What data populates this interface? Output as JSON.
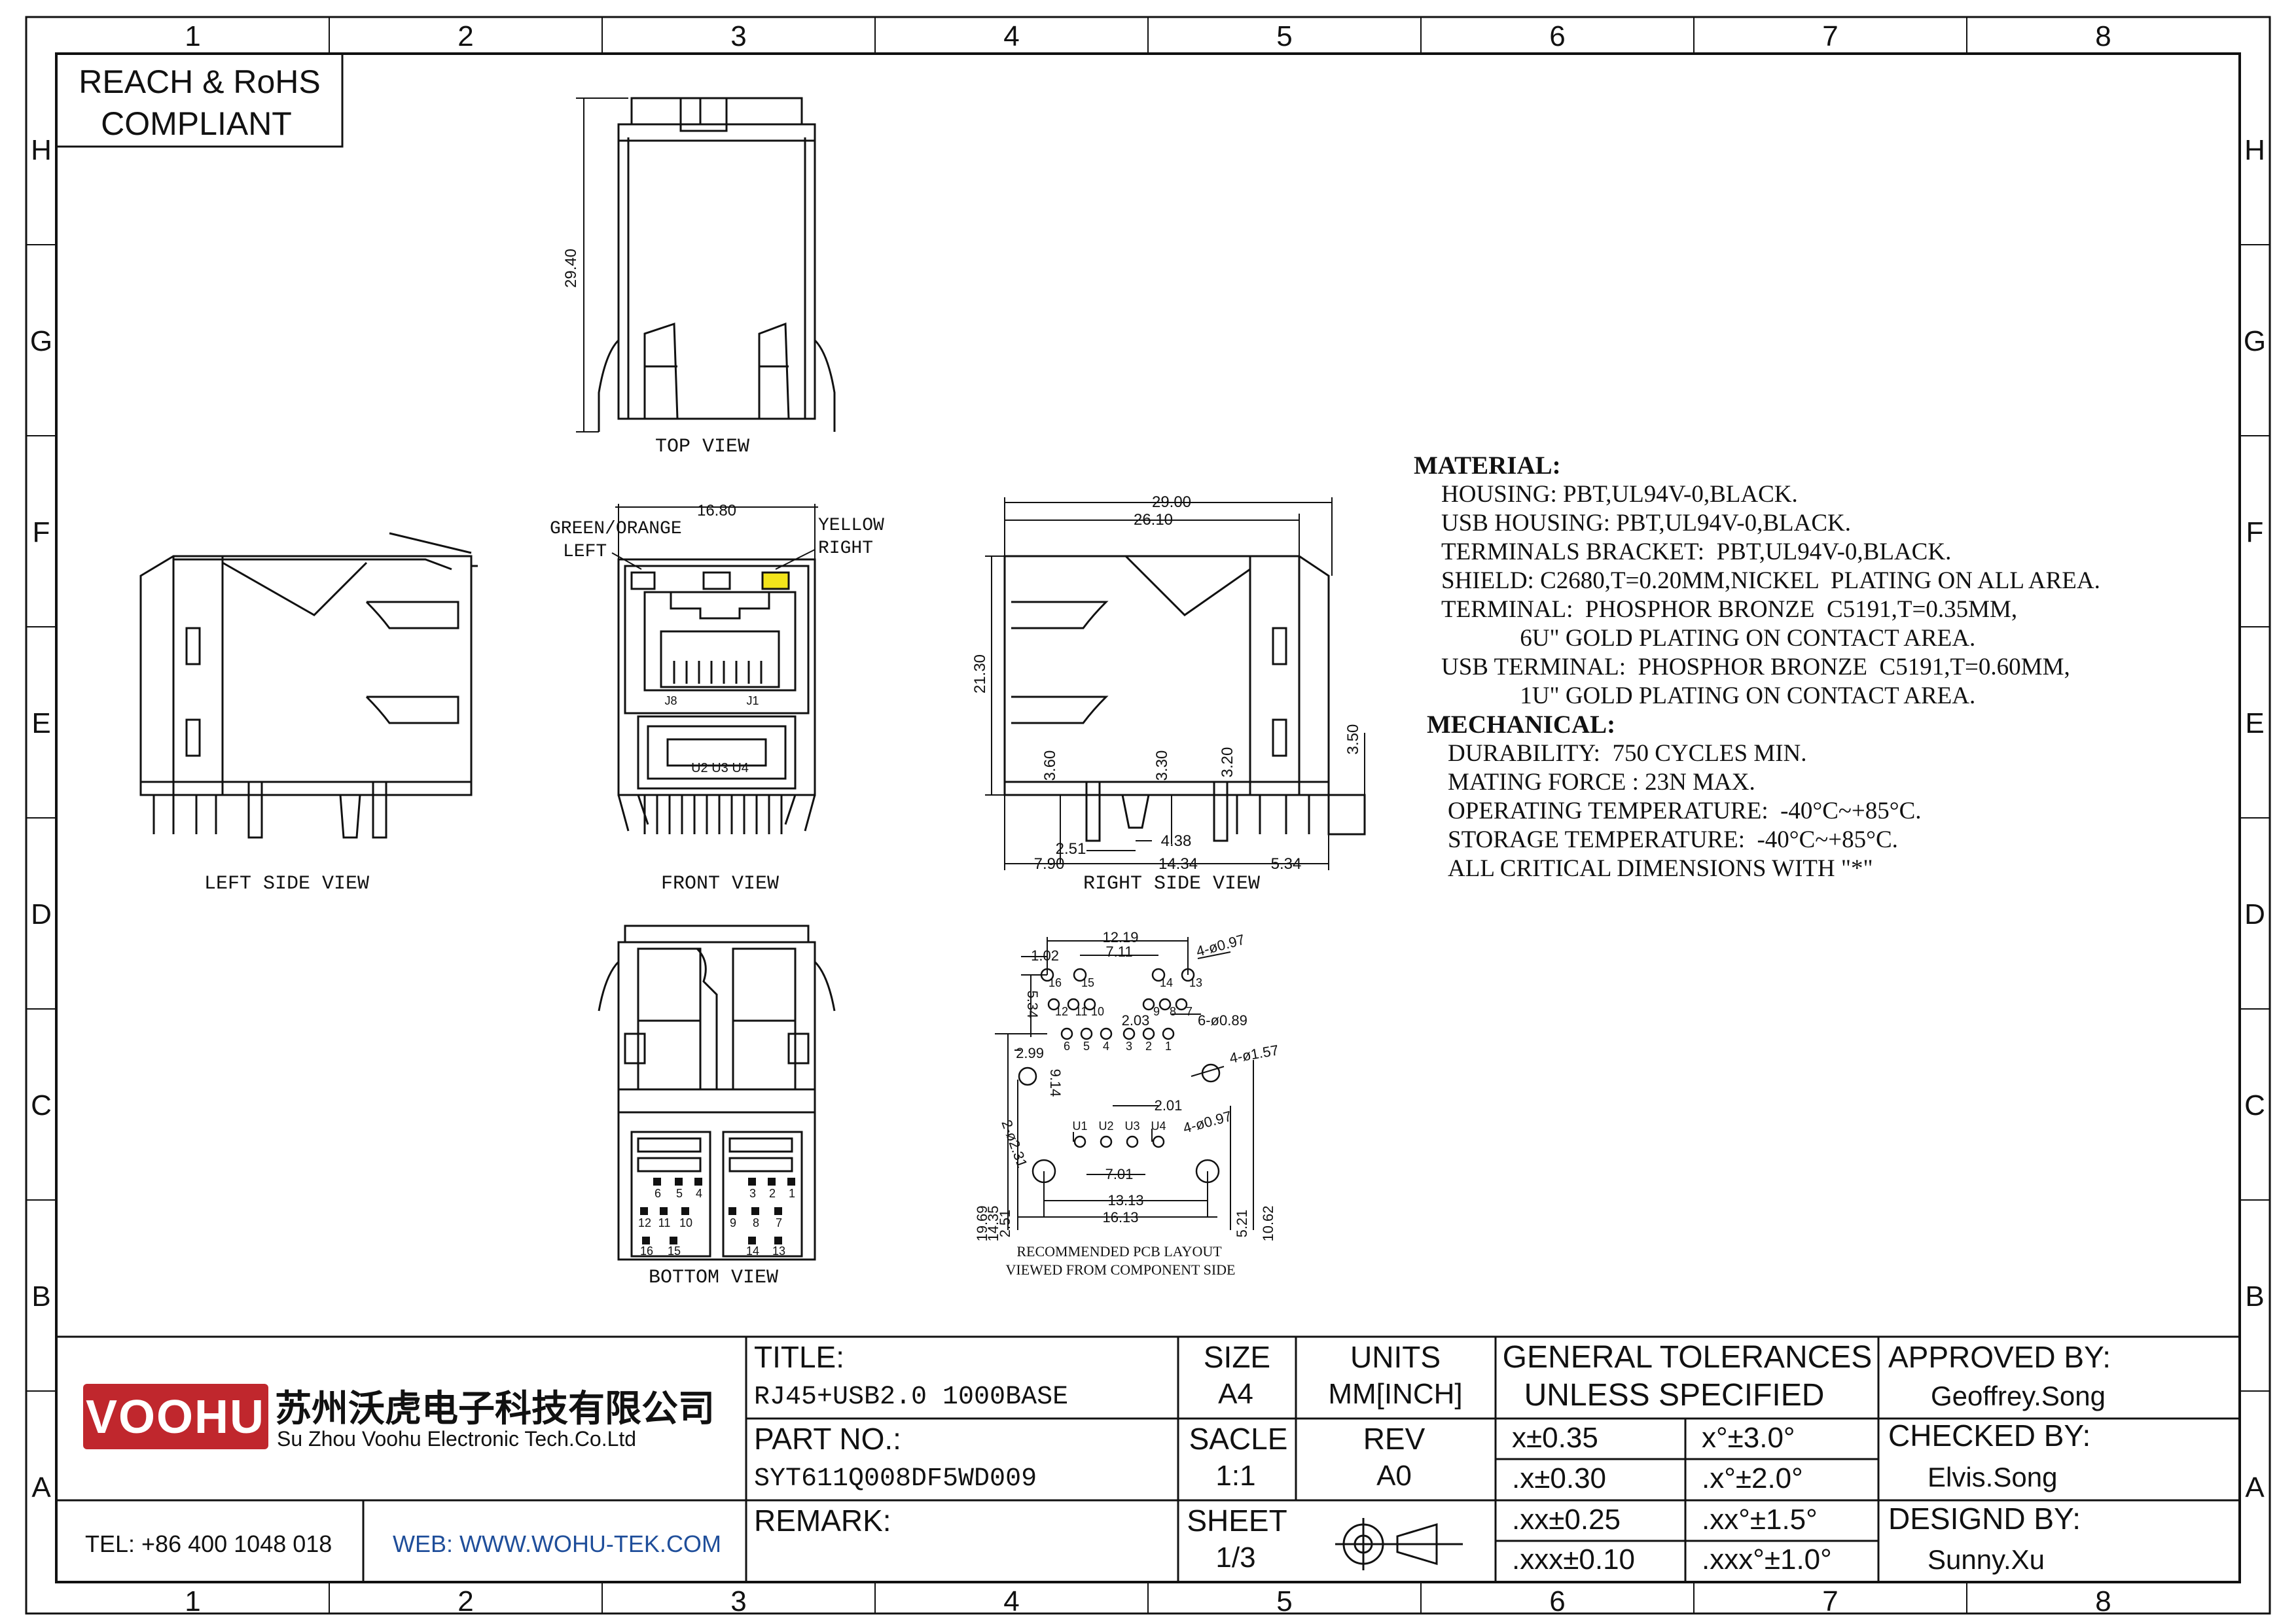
{
  "frame": {
    "columns": [
      "1",
      "2",
      "3",
      "4",
      "5",
      "6",
      "7",
      "8"
    ],
    "rows": [
      "H",
      "G",
      "F",
      "E",
      "D",
      "C",
      "B",
      "A"
    ]
  },
  "compliance": {
    "line1": "REACH & RoHS",
    "line2": "COMPLIANT"
  },
  "views": {
    "top": "TOP VIEW",
    "left_side": "LEFT SIDE VIEW",
    "front": "FRONT VIEW",
    "right_side": "RIGHT SIDE VIEW",
    "bottom": "BOTTOM VIEW",
    "pcb_line1": "RECOMMENDED PCB LAYOUT",
    "pcb_line2": "VIEWED FROM COMPONENT SIDE"
  },
  "front_labels": {
    "left_led_1": "GREEN/ORANGE",
    "left_led_2": "LEFT",
    "right_led_1": "YELLOW",
    "right_led_2": "RIGHT",
    "j8": "J8",
    "j1": "J1",
    "usb_pins": "U2 U3 U4"
  },
  "colors": {
    "yellow_led": "#f3e41b",
    "logo_red": "#c0272d"
  },
  "dimensions": {
    "top_height": "29.40",
    "front_width": "16.80",
    "rs_width_total": "29.00",
    "rs_width_body": "26.10",
    "rs_height": "21.30",
    "rs_3_60": "3.60",
    "rs_3_30": "3.30",
    "rs_3_20": "3.20",
    "rs_3_50": "3.50",
    "rs_2_51": "2.51",
    "rs_4_38": "4.38",
    "rs_7_90": "7.90",
    "rs_14_34": "14.34",
    "rs_5_34": "5.34",
    "pcb_12_19": "12.19",
    "pcb_7_11": "7.11",
    "pcb_1_02": "1.02",
    "pcb_5_34": "5.34",
    "pcb_d097a": "4-ø0.97",
    "pcb_2_03": "2.03",
    "pcb_d089": "6-ø0.89",
    "pcb_2_99": "2.99",
    "pcb_d157": "4-ø1.57",
    "pcb_9_14": "9.14",
    "pcb_2_01": "2.01",
    "pcb_2d231": "2-ø2.31",
    "pcb_d097b": "4-ø0.97",
    "pcb_7_01": "7.01",
    "pcb_13_13": "13.13",
    "pcb_16_13": "16.13",
    "pcb_19_69": "19.69",
    "pcb_14_35": "14.35",
    "pcb_2_51": "2.51",
    "pcb_5_21": "5.21",
    "pcb_10_62": "10.62"
  },
  "pcb_pin_labels": {
    "r1": [
      "16",
      "15",
      "14",
      "13"
    ],
    "r2": [
      "12",
      "11",
      "10",
      "9",
      "8",
      "7"
    ],
    "r3": [
      "6",
      "5",
      "4",
      "3",
      "2",
      "1"
    ],
    "usb": [
      "U1",
      "U2",
      "U3",
      "U4"
    ]
  },
  "bottom_pin_labels": {
    "a": [
      "6",
      "5",
      "4",
      "3",
      "2",
      "1"
    ],
    "b": [
      "12",
      "11",
      "10",
      "9",
      "8",
      "7"
    ],
    "c": [
      "16",
      "15",
      "14",
      "13"
    ]
  },
  "notes": {
    "material_title": "MATERIAL:",
    "material": [
      "HOUSING: PBT,UL94V-0,BLACK.",
      "USB HOUSING: PBT,UL94V-0,BLACK.",
      "TERMINALS BRACKET:  PBT,UL94V-0,BLACK.",
      "SHIELD: C2680,T=0.20MM,NICKEL  PLATING ON ALL AREA.",
      "TERMINAL:  PHOSPHOR BRONZE  C5191,T=0.35MM,",
      "             6U\" GOLD PLATING ON CONTACT AREA.",
      "USB TERMINAL:  PHOSPHOR BRONZE  C5191,T=0.60MM,",
      "             1U\" GOLD PLATING ON CONTACT AREA."
    ],
    "mechanical_title": "MECHANICAL:",
    "mechanical": [
      "DURABILITY:  750 CYCLES MIN.",
      "MATING FORCE : 23N MAX.",
      "OPERATING TEMPERATURE:  -40°C~+85°C.",
      "STORAGE TEMPERATURE:  -40°C~+85°C.",
      "ALL CRITICAL DIMENSIONS WITH \"*\""
    ]
  },
  "title_block": {
    "logo": "VOOHU",
    "company_cn": "苏州沃虎电子科技有限公司",
    "company_en": "Su Zhou Voohu Electronic Tech.Co.Ltd",
    "tel": "TEL: +86 400 1048 018",
    "web": "WEB: WWW.WOHU-TEK.COM",
    "title_label": "TITLE:",
    "title_value": "RJ45+USB2.0 1000BASE",
    "part_label": "PART NO.:",
    "part_value": "SYT611Q008DF5WD009",
    "remark_label": "REMARK:",
    "size_label": "SIZE",
    "size_value": "A4",
    "units_label": "UNITS",
    "units_value": "MM[INCH]",
    "scale_label": "SACLE",
    "scale_value": "1:1",
    "rev_label": "REV",
    "rev_value": "A0",
    "sheet_label": "SHEET",
    "sheet_value": "1/3",
    "tol_title1": "GENERAL TOLERANCES",
    "tol_title2": "UNLESS SPECIFIED",
    "tol": [
      [
        "x±0.35",
        "x°±3.0°"
      ],
      [
        ".x±0.30",
        ".x°±2.0°"
      ],
      [
        ".xx±0.25",
        ".xx°±1.5°"
      ],
      [
        ".xxx±0.10",
        ".xxx°±1.0°"
      ]
    ],
    "approved_label": "APPROVED BY:",
    "approved_value": "Geoffrey.Song",
    "checked_label": "CHECKED BY:",
    "checked_value": "Elvis.Song",
    "designed_label": "DESIGND BY:",
    "designed_value": "Sunny.Xu"
  }
}
